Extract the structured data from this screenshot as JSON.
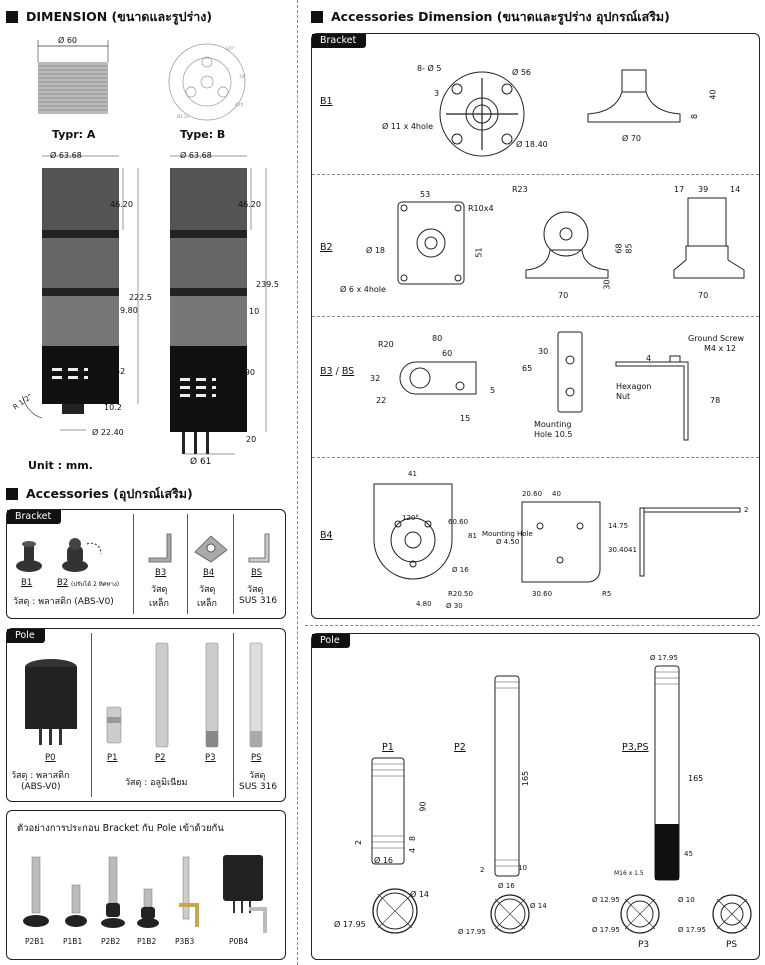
{
  "left": {
    "dimension_title": "DIMENSION (ขนาดและรูปร่าง)",
    "type_a": "Typr: A",
    "type_b": "Type: B",
    "dia_60": "Ø 60",
    "dia_63a": "Ø 63.68",
    "dia_63b": "Ø 63.68",
    "dim_46a": "46.20",
    "dim_46b": "46.20",
    "dim_222": "222.5",
    "dim_239": "239.5",
    "dim_980": "9.80",
    "dim_10": "10",
    "dim_52": "52",
    "dim_7090": "70.90",
    "dim_102": "10.2",
    "dim_20": "20",
    "dim_224": "Ø 22.40",
    "dim_61": "Ø 61",
    "angle": "R 1/2\"",
    "unit": "Unit : mm.",
    "accessories_title": "Accessories (อุปกรณ์เสริม)",
    "bracket_tag": "Bracket",
    "b1": "B1",
    "b2": "B2",
    "b2_note": "(ปรับได้ 2 ทิศทาง)",
    "b3": "B3",
    "b4": "B4",
    "bs": "BS",
    "mat_plastic": "วัสดุ : พลาสติก (ABS-V0)",
    "mat_steel": "วัสดุ",
    "steel": "เหล็ก",
    "sus": "SUS 316",
    "pole_tag": "Pole",
    "p0": "P0",
    "p1": "P1",
    "p2": "P2",
    "p3": "P3",
    "ps": "PS",
    "p0_mat1": "วัสดุ : พลาสติก",
    "p0_mat2": "(ABS-V0)",
    "alu": "วัสดุ : อลูมิเนียม",
    "ps_mat": "วัสดุ",
    "example_title": "ตัวอย่างการประกอบ Bracket  กับ Pole เข้าด้วยกัน",
    "examples": [
      "P2B1",
      "P1B1",
      "P2B2",
      "P1B2",
      "P3B3",
      "P0B4"
    ]
  },
  "right": {
    "acc_dim_title": "Accessories Dimension (ขนาดและรูปร่าง อุปกรณ์เสริม)",
    "bracket_tag": "Bracket",
    "pole_tag": "Pole",
    "B1": {
      "label": "B1",
      "d5": "8- Ø 5",
      "d56": "Ø 56",
      "d11": "Ø 11 x 4hole",
      "d18": "Ø 18.40",
      "n3": "3",
      "d70": "Ø 70",
      "h40": "40",
      "h8": "8"
    },
    "B2": {
      "label": "B2",
      "w53": "53",
      "r10": "R10x4",
      "d18": "Ø 18",
      "h51": "51",
      "d6": "Ø 6 x 4hole",
      "r23": "R23",
      "h68": "68",
      "h85": "85",
      "h30": "30",
      "w70a": "70",
      "w17": "17",
      "w39": "39",
      "w14": "14",
      "w70b": "70"
    },
    "B3": {
      "label": "B3",
      "bs": "BS",
      "r20": "R20",
      "w80": "80",
      "w60": "60",
      "h32": "32",
      "d22": "22",
      "d5": "5",
      "w15": "15",
      "h30": "30",
      "h65": "65",
      "mount": "Mounting",
      "hole": "Hole 10.5",
      "ground": "Ground Screw",
      "m4": "M4 x 12",
      "n4": "4",
      "hex1": "Hexagon",
      "hex2": "Nut",
      "h78": "78"
    },
    "B4": {
      "label": "B4",
      "w41": "41",
      "a120": "120°",
      "h6060": "60.60",
      "h81": "81",
      "d16": "Ø 16",
      "r20": "R20.50",
      "d480": "4.80",
      "d30": "Ø 30",
      "w2060": "20.60",
      "w40": "40",
      "mhole": "Mounting Hole",
      "d450": "Ø 4.50",
      "h1475": "14.75",
      "h3040": "30.40",
      "h41": "41",
      "w3060": "30.60",
      "r5": "R5",
      "t2": "2"
    },
    "P1": {
      "label": "P1",
      "h90": "90",
      "h8": "8",
      "h4": "4",
      "h2": "2",
      "d16": "Ø 16",
      "d14": "Ø 14",
      "d1795": "Ø 17.95"
    },
    "P2": {
      "label": "P2",
      "h165": "165",
      "h2": "2",
      "h10": "10",
      "d16": "Ø 16",
      "d14": "Ø 14",
      "d1795": "Ø 17.95"
    },
    "P3": {
      "label": "P3,PS",
      "top": "Ø 17.95",
      "h165": "165",
      "h45": "45",
      "thread": "M16 x 1.5",
      "p3": "P3",
      "ps": "PS",
      "d1295": "Ø 12.95",
      "d1795a": "Ø 17.95",
      "d10": "Ø 10",
      "d1795b": "Ø 17.95"
    }
  }
}
